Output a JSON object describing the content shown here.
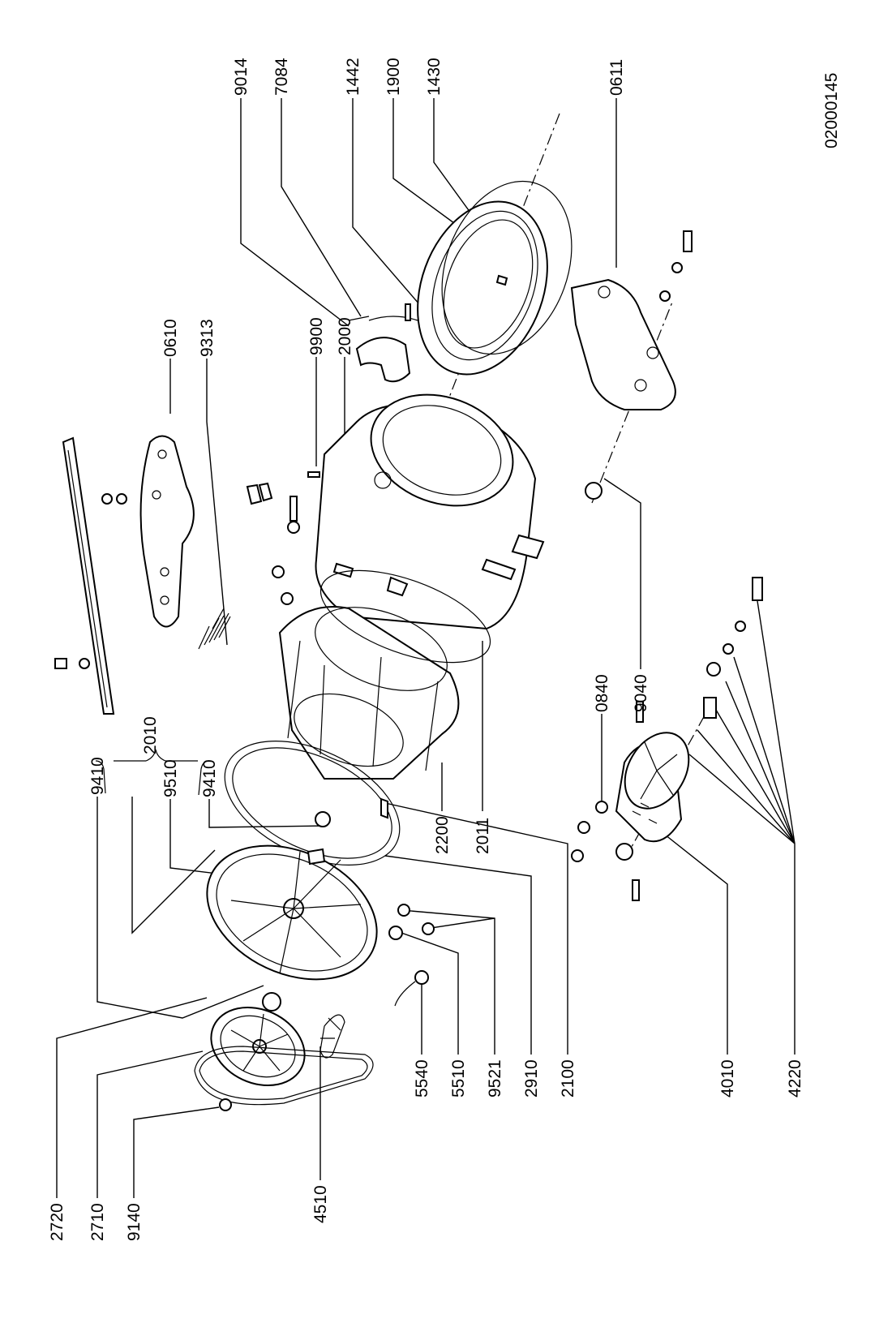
{
  "drawing_id": "02000145",
  "labels": {
    "p9014": "9014",
    "p7084": "7084",
    "p1442": "1442",
    "p1900": "1900",
    "p1430": "1430",
    "p0611": "0611",
    "p0610": "0610",
    "p9313": "9313",
    "p9900": "9900",
    "p2000": "2000",
    "p2010": "2010",
    "p9410a": "9410",
    "p9510": "9510",
    "p9410b": "9410",
    "p0840": "0840",
    "p9040": "9040",
    "p2200": "2200",
    "p2011": "2011",
    "p2720": "2720",
    "p2710": "2710",
    "p9140": "9140",
    "p4510": "4510",
    "p5540": "5540",
    "p5510": "5510",
    "p9521": "9521",
    "p2910": "2910",
    "p2100": "2100",
    "p4010": "4010",
    "p4220": "4220"
  }
}
